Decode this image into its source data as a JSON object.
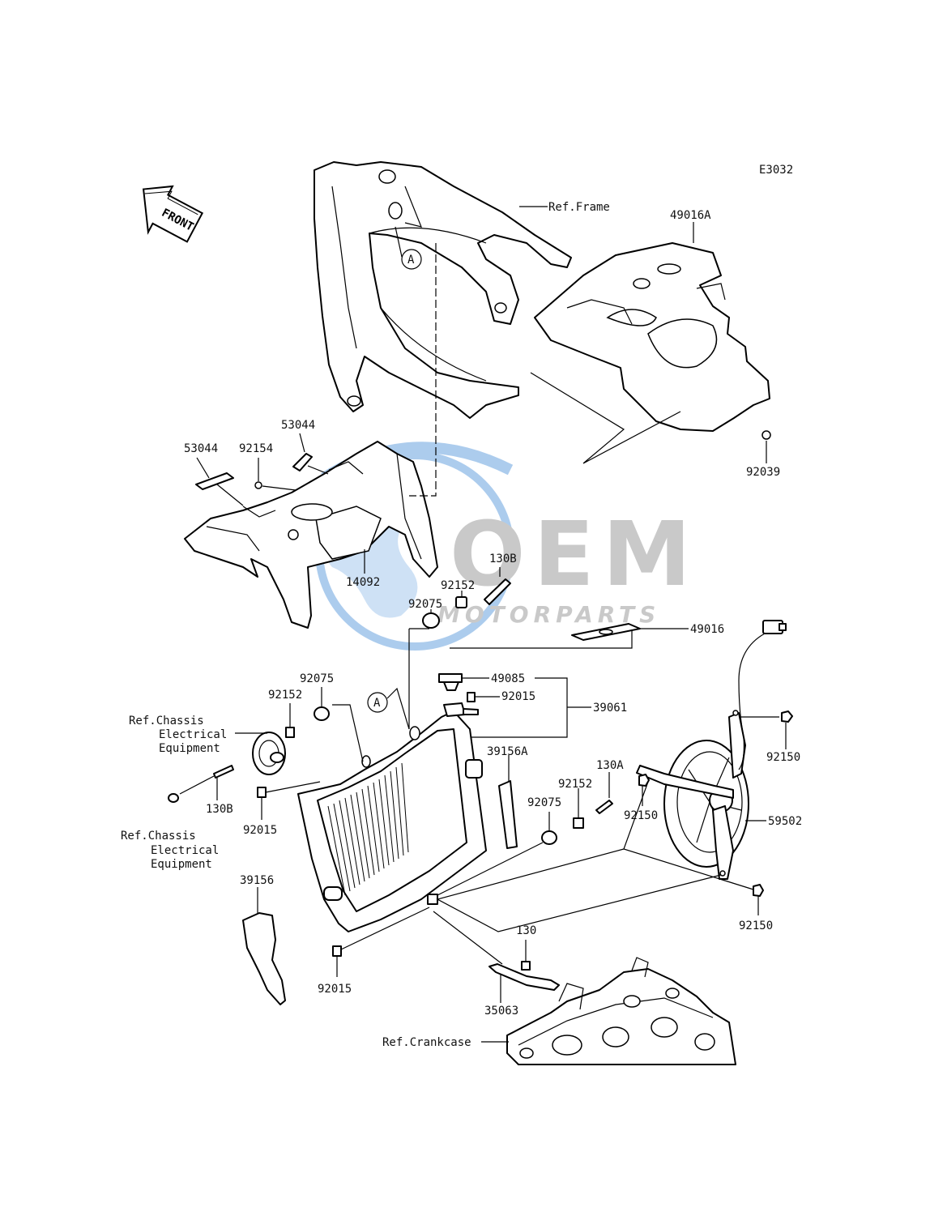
{
  "diagram_code": "E3032",
  "front_label": "FRONT",
  "watermark": {
    "logo": "OEM",
    "tagline": "MOTORPARTS"
  },
  "callout_letter": "A",
  "labels": {
    "ref_frame": "Ref.Frame",
    "p49016A": "49016A",
    "p92039": "92039",
    "p53044_left": "53044",
    "p53044_right": "53044",
    "p92154": "92154",
    "p14092": "14092",
    "p130B_top": "130B",
    "p92152_top": "92152",
    "p92075_top": "92075",
    "p49016": "49016",
    "p49085": "49085",
    "p92015_top": "92015",
    "p39061": "39061",
    "p92075_left": "92075",
    "p92152_left": "92152",
    "ref_chassis_1": [
      "Ref.Chassis",
      "Electrical",
      "Equipment"
    ],
    "p130B_left": "130B",
    "ref_chassis_2": [
      "Ref.Chassis",
      "Electrical",
      "Equipment"
    ],
    "p92015_left": "92015",
    "p39156": "39156",
    "p92015_bottom": "92015",
    "p39156A": "39156A",
    "p130A": "130A",
    "p92152_right": "92152",
    "p92075_right": "92075",
    "p92150_top": "92150",
    "p92150_mid": "92150",
    "p59502": "59502",
    "p92150_bottom": "92150",
    "p130": "130",
    "p35063": "35063",
    "ref_crankcase": "Ref.Crankcase"
  },
  "colors": {
    "ink": "#000000",
    "watermark_blue": "#4a90d9",
    "watermark_grey": "#8a8a8a"
  }
}
